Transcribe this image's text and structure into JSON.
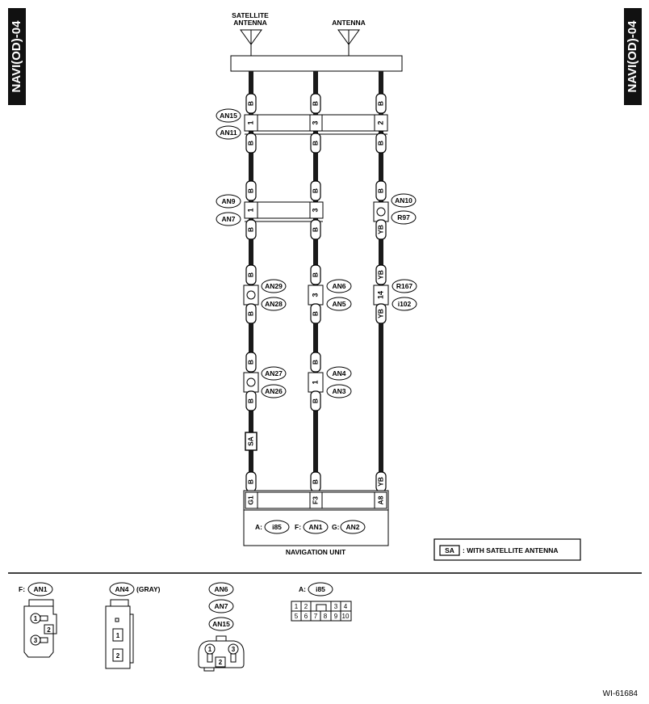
{
  "page_tag": "NAVI(OD)-04",
  "figure_id": "WI-61684",
  "antennas": {
    "satellite_line1": "SATELLITE",
    "satellite_line2": "ANTENNA",
    "main": "ANTENNA"
  },
  "wire_colors": {
    "b": "B",
    "yb": "YB",
    "sa": "SA"
  },
  "connectors": {
    "an15": "AN15",
    "an11": "AN11",
    "an9": "AN9",
    "an7": "AN7",
    "an10": "AN10",
    "r97": "R97",
    "an29": "AN29",
    "an28": "AN28",
    "an6": "AN6",
    "an5": "AN5",
    "r167": "R167",
    "i102": "i102",
    "an27": "AN27",
    "an26": "AN26",
    "an4": "AN4",
    "an3": "AN3",
    "i85": "i85",
    "an1": "AN1",
    "an2": "AN2"
  },
  "pins": {
    "p1": "1",
    "p2": "2",
    "p3": "3",
    "p14": "14",
    "g1": "G1",
    "f3": "F3",
    "a8": "A8"
  },
  "nav_unit": {
    "label": "NAVIGATION UNIT",
    "a": "A:",
    "f": "F:",
    "g": "G:"
  },
  "legend": {
    "code": "SA",
    "text": ": WITH SATELLITE ANTENNA"
  },
  "bottom": {
    "f_label": "F:",
    "gray": "(GRAY)",
    "a_label": "A:",
    "pins_top": [
      "1",
      "2",
      "3",
      "4"
    ],
    "pins_bottom": [
      "5",
      "6",
      "7",
      "8",
      "9",
      "10"
    ]
  }
}
